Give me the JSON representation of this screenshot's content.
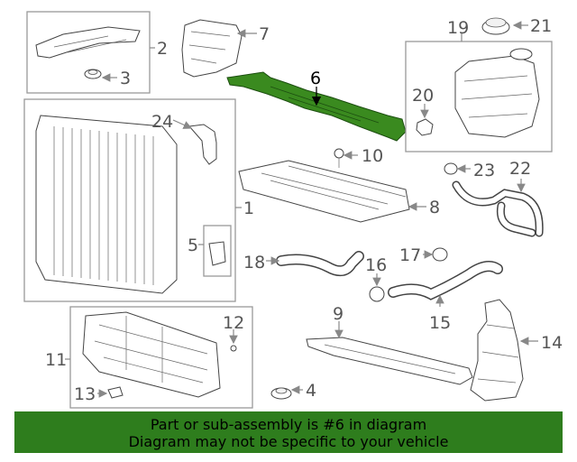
{
  "diagram": {
    "highlight_color": "#3a8a1f",
    "highlighted_callout": "6",
    "callouts": [
      "1",
      "2",
      "3",
      "4",
      "5",
      "6",
      "7",
      "8",
      "9",
      "10",
      "11",
      "12",
      "13",
      "14",
      "15",
      "16",
      "17",
      "18",
      "19",
      "20",
      "21",
      "22",
      "23",
      "24"
    ]
  },
  "banner": {
    "line1": "Part or sub-assembly is #6 in diagram",
    "line2": "Diagram may not be specific to your vehicle",
    "background": "#2e7d1d"
  }
}
